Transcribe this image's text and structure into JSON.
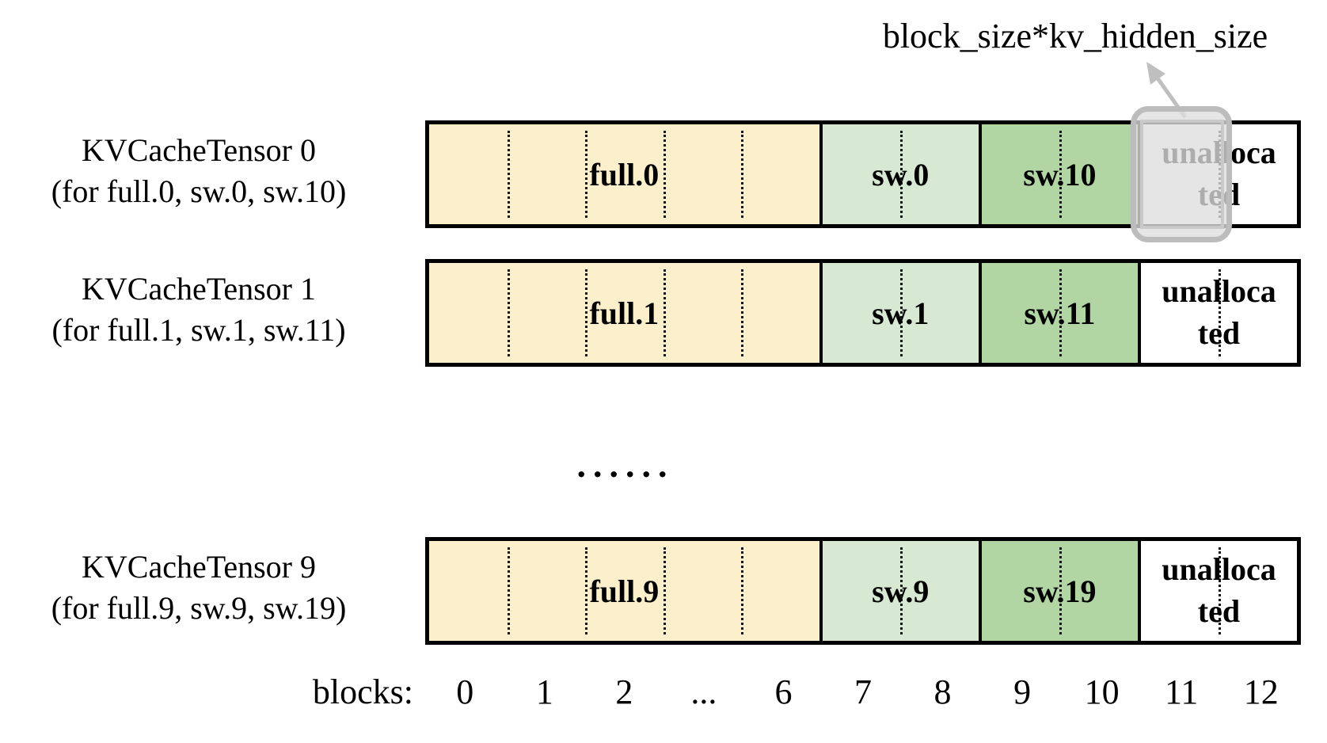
{
  "annotation": {
    "size_label": "block_size*kv_hidden_size"
  },
  "tensors": [
    {
      "title": "KVCacheTensor 0",
      "subtitle": "(for full.0, sw.0, sw.10)",
      "segments": [
        {
          "label": "full.0",
          "blocks": 7,
          "color": "#fcf0cc"
        },
        {
          "label": "sw.0",
          "blocks": 2,
          "color": "#d7e8d3"
        },
        {
          "label": "sw.10",
          "blocks": 2,
          "color": "#b1d6a3"
        },
        {
          "label": "unallocated",
          "blocks": 2,
          "color": "#ffffff"
        }
      ],
      "highlighted_block": "11"
    },
    {
      "title": "KVCacheTensor 1",
      "subtitle": "(for full.1, sw.1, sw.11)",
      "segments": [
        {
          "label": "full.1",
          "blocks": 7,
          "color": "#fcf0cc"
        },
        {
          "label": "sw.1",
          "blocks": 2,
          "color": "#d7e8d3"
        },
        {
          "label": "sw.11",
          "blocks": 2,
          "color": "#b1d6a3"
        },
        {
          "label": "unallocated",
          "blocks": 2,
          "color": "#ffffff"
        }
      ]
    },
    {
      "title": "KVCacheTensor 9",
      "subtitle": "(for full.9, sw.9, sw.19)",
      "segments": [
        {
          "label": "full.9",
          "blocks": 7,
          "color": "#fcf0cc"
        },
        {
          "label": "sw.9",
          "blocks": 2,
          "color": "#d7e8d3"
        },
        {
          "label": "sw.19",
          "blocks": 2,
          "color": "#b1d6a3"
        },
        {
          "label": "unallocated",
          "blocks": 2,
          "color": "#ffffff"
        }
      ]
    }
  ],
  "rows_ellipsis": "......",
  "axis": {
    "label": "blocks:",
    "ticks": [
      "0",
      "1",
      "2",
      "...",
      "6",
      "7",
      "8",
      "9",
      "10",
      "11",
      "12"
    ]
  },
  "colors": {
    "full_block": "#fcf0cc",
    "sw_light_block": "#d7e8d3",
    "sw_dark_block": "#b1d6a3",
    "unallocated_block": "#ffffff",
    "bar_border": "#000000",
    "highlight_fill": "#dedede",
    "highlight_border": "#bcbcbc",
    "highlight_inner_border": "#7f7f7f",
    "arrow": "#bfbfbf"
  }
}
